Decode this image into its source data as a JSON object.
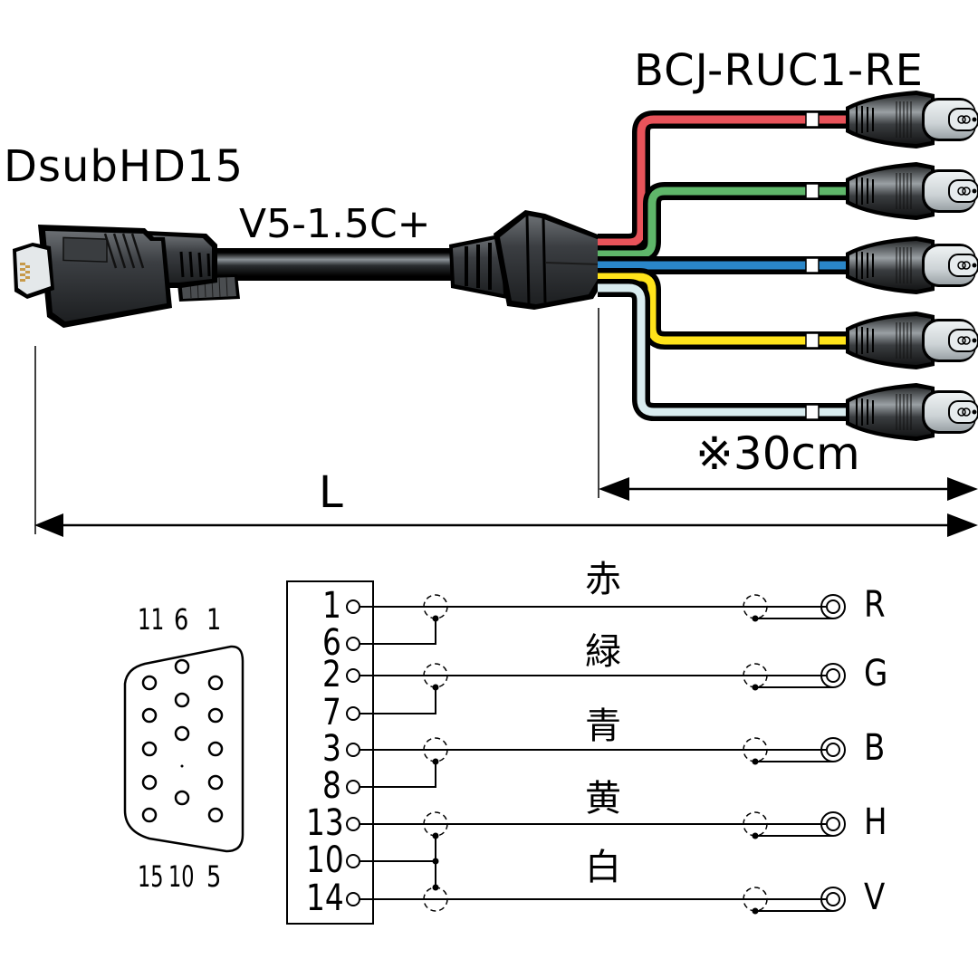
{
  "labels": {
    "left_connector": "DsubHD15",
    "cable_model": "V5-1.5C+",
    "product_code": "BCJ-RUC1-RE",
    "branch_length": "※30cm",
    "total_length": "L"
  },
  "colors": {
    "red_wire": "#e8535a",
    "green_wire": "#5fb66a",
    "blue_wire": "#2a86c8",
    "yellow_wire": "#ffe31a",
    "white_wire": "#d9ecef",
    "cable_black": "#111111",
    "connector_body": "#3a3d40"
  },
  "branches": [
    {
      "color_key": "red_wire"
    },
    {
      "color_key": "green_wire"
    },
    {
      "color_key": "blue_wire"
    },
    {
      "color_key": "yellow_wire"
    },
    {
      "color_key": "white_wire"
    }
  ],
  "pinout": {
    "top_labels": [
      "11",
      "6",
      "1"
    ],
    "bottom_labels": [
      "15",
      "10",
      "5"
    ]
  },
  "schematic": {
    "pins": [
      "1",
      "6",
      "2",
      "7",
      "3",
      "8",
      "13",
      "10",
      "14"
    ],
    "color_names": [
      "赤",
      "緑",
      "青",
      "黄",
      "白"
    ],
    "signals": [
      "R",
      "G",
      "B",
      "H",
      "V"
    ]
  }
}
